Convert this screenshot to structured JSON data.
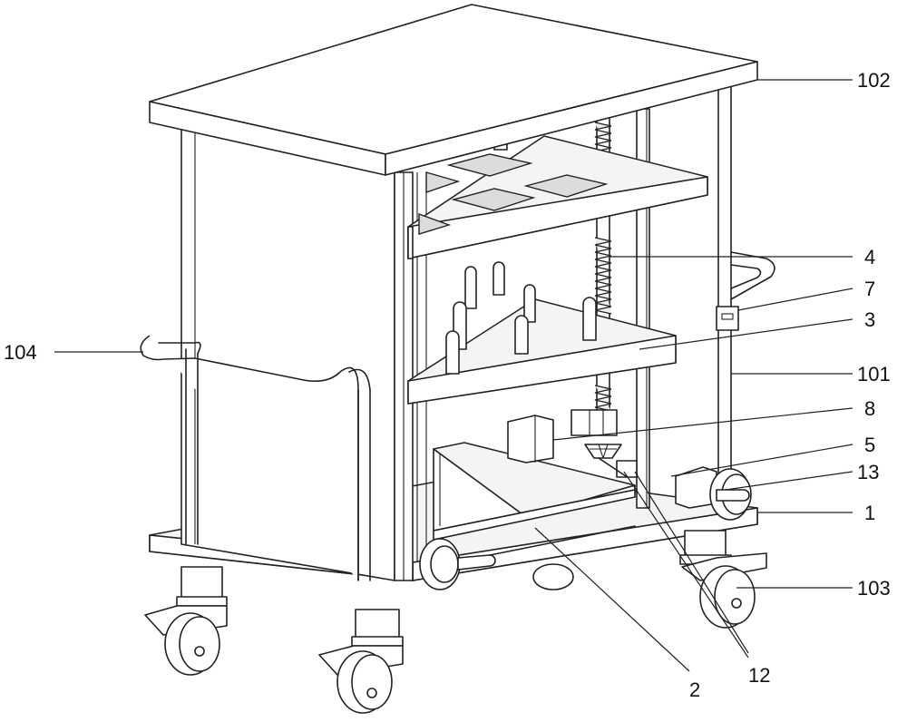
{
  "labels": [
    {
      "id": "label-102",
      "text": "102"
    },
    {
      "id": "label-4",
      "text": "4"
    },
    {
      "id": "label-7",
      "text": "7"
    },
    {
      "id": "label-3",
      "text": "3"
    },
    {
      "id": "label-104",
      "text": "104"
    },
    {
      "id": "label-101",
      "text": "101"
    },
    {
      "id": "label-8",
      "text": "8"
    },
    {
      "id": "label-5",
      "text": "5"
    },
    {
      "id": "label-13",
      "text": "13"
    },
    {
      "id": "label-1",
      "text": "1"
    },
    {
      "id": "label-103",
      "text": "103"
    },
    {
      "id": "label-2",
      "text": "2"
    },
    {
      "id": "label-12",
      "text": "12"
    }
  ]
}
